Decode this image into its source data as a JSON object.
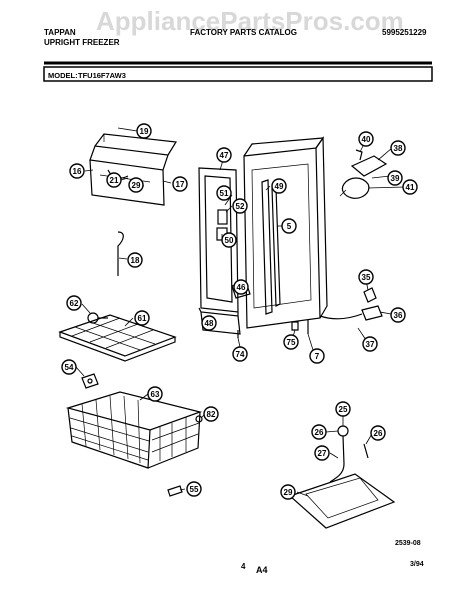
{
  "header": {
    "brand": "TAPPAN",
    "catalog_title": "FACTORY PARTS CATALOG",
    "catalog_number": "5995251229",
    "product": "UPRIGHT FREEZER",
    "model_label": "MODEL:",
    "model_number": "TFU16F7AW3"
  },
  "watermark": "AppliancePartsPros.com",
  "footer": {
    "figure_code": "2539-08",
    "page_number": "4",
    "page_ref": "A4",
    "date": "3/94"
  },
  "callouts": [
    "19",
    "16",
    "21",
    "29",
    "17",
    "18",
    "62",
    "61",
    "54",
    "63",
    "82",
    "55",
    "47",
    "51",
    "52",
    "50",
    "49",
    "5",
    "46",
    "48",
    "74",
    "75",
    "7",
    "40",
    "38",
    "39",
    "41",
    "35",
    "36",
    "37",
    "25",
    "26",
    "26",
    "27",
    "29"
  ]
}
